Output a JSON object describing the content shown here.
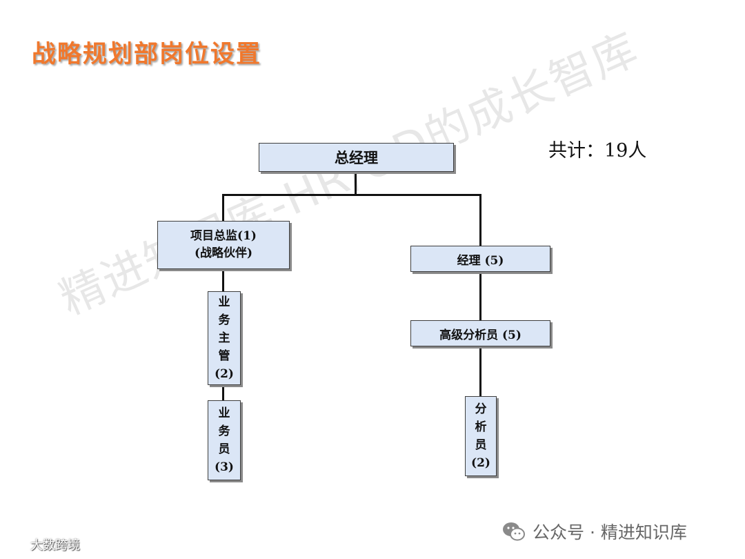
{
  "title": "战略规划部岗位设置",
  "total": "共计：19人",
  "org": {
    "gm": "总经理",
    "director_line1": "项目总监(1)",
    "director_line2": "(战略伙伴)",
    "business_supervisor": [
      "业",
      "务",
      "主",
      "管",
      "(2)"
    ],
    "business_staff": [
      "业",
      "务",
      "员",
      "(3)"
    ],
    "manager": "经理 (5)",
    "senior_analyst": "高级分析员 (5)",
    "analyst": [
      "分",
      "析",
      "员",
      "(2)"
    ]
  },
  "watermark": "精进知识库-HR/OD的成长智库",
  "footer": {
    "wechat": "公众号 · 精进知识库",
    "source": "大数跨境"
  },
  "colors": {
    "title": "#f0782d",
    "box_fill": "#dbe6f6",
    "line": "#111111"
  },
  "icons": {
    "wechat": "wechat-icon",
    "source_logo": "source-logo-icon"
  }
}
